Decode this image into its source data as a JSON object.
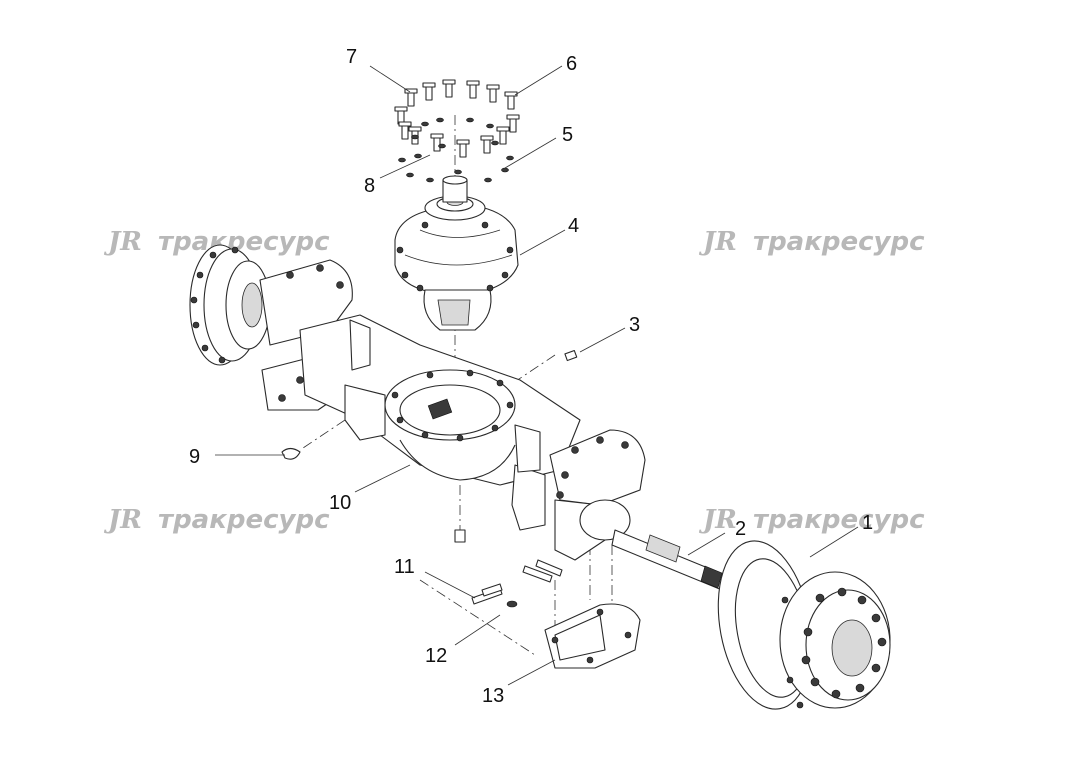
{
  "watermark": {
    "logo": "JR",
    "text": "тракресурс"
  },
  "callouts": [
    {
      "id": "1",
      "label": "1"
    },
    {
      "id": "2",
      "label": "2"
    },
    {
      "id": "3",
      "label": "3"
    },
    {
      "id": "4",
      "label": "4"
    },
    {
      "id": "5",
      "label": "5"
    },
    {
      "id": "6",
      "label": "6"
    },
    {
      "id": "7",
      "label": "7"
    },
    {
      "id": "8",
      "label": "8"
    },
    {
      "id": "9",
      "label": "9"
    },
    {
      "id": "10",
      "label": "10"
    },
    {
      "id": "11",
      "label": "11"
    },
    {
      "id": "12",
      "label": "12"
    },
    {
      "id": "13",
      "label": "13"
    }
  ]
}
